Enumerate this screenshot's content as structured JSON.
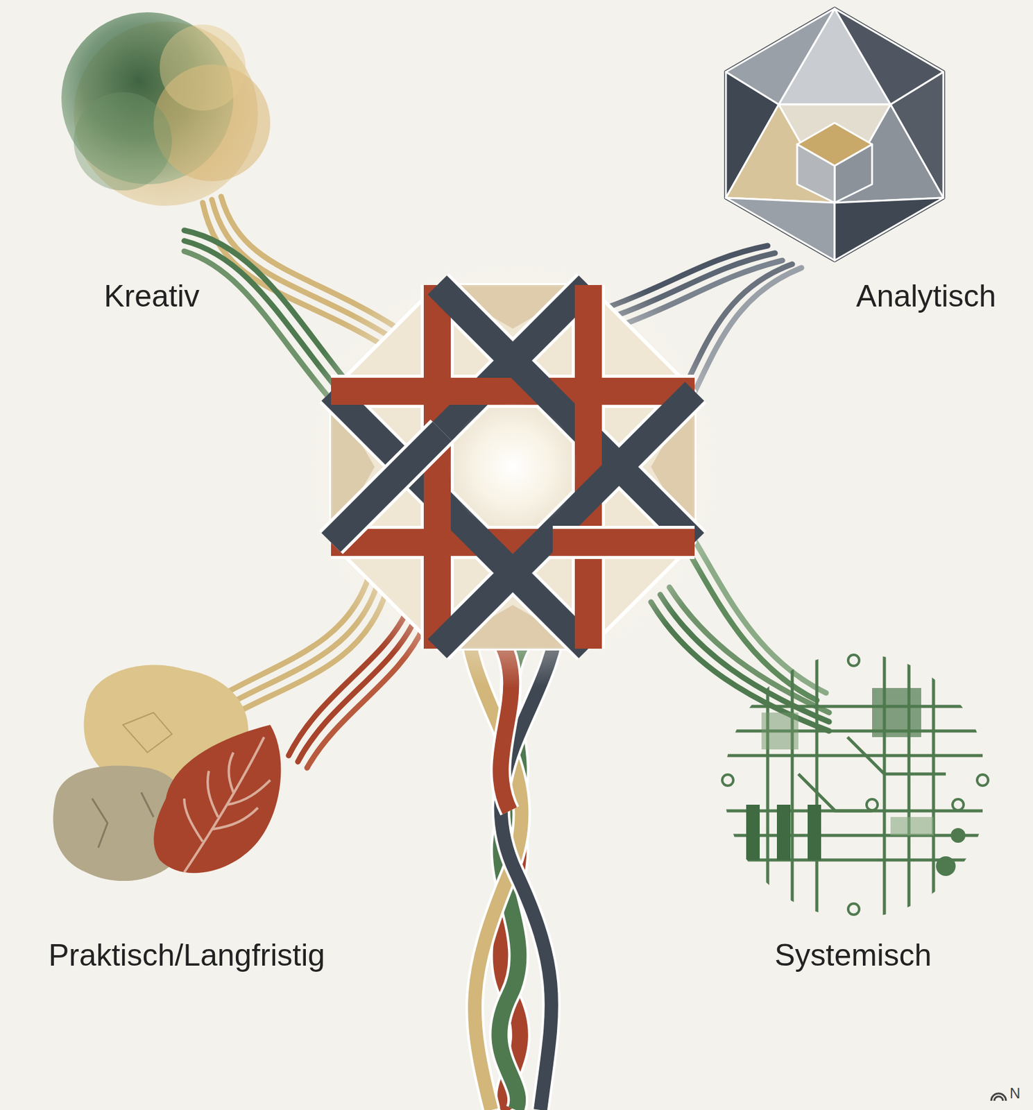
{
  "diagram": {
    "nodes": [
      {
        "text": [
          "Kreativ"
        ]
      },
      {
        "text": [
          "Analytisch"
        ]
      },
      {
        "text": [
          "Praktisch/Langfristig"
        ]
      },
      {
        "text": [
          "Systemisch"
        ]
      }
    ],
    "labels": [
      "N"
    ]
  }
}
